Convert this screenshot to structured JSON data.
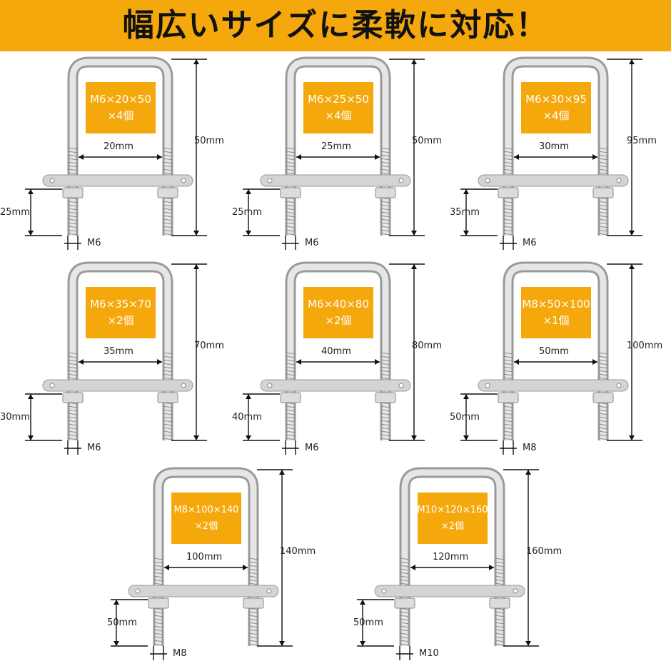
{
  "header": {
    "title": "幅広いサイズに柔軟に対応！"
  },
  "colors": {
    "accent": "#f5a80c",
    "steel": "#c8c8c8",
    "dimension": "#111111"
  },
  "bolts": [
    {
      "spec": "M6×20×50",
      "qty": "×4個",
      "width": "20mm",
      "height": "50mm",
      "thread": "25mm",
      "diameter": "M6"
    },
    {
      "spec": "M6×25×50",
      "qty": "×4個",
      "width": "25mm",
      "height": "50mm",
      "thread": "25mm",
      "diameter": "M6"
    },
    {
      "spec": "M6×30×95",
      "qty": "×4個",
      "width": "30mm",
      "height": "95mm",
      "thread": "35mm",
      "diameter": "M6"
    },
    {
      "spec": "M6×35×70",
      "qty": "×2個",
      "width": "35mm",
      "height": "70mm",
      "thread": "30mm",
      "diameter": "M6"
    },
    {
      "spec": "M6×40×80",
      "qty": "×2個",
      "width": "40mm",
      "height": "80mm",
      "thread": "40mm",
      "diameter": "M6"
    },
    {
      "spec": "M8×50×100",
      "qty": "×1個",
      "width": "50mm",
      "height": "100mm",
      "thread": "50mm",
      "diameter": "M8"
    },
    {
      "spec": "M8×100×140",
      "qty": "×2個",
      "width": "100mm",
      "height": "140mm",
      "thread": "50mm",
      "diameter": "M8"
    },
    {
      "spec": "M10×120×160",
      "qty": "×2個",
      "width": "120mm",
      "height": "160mm",
      "thread": "50mm",
      "diameter": "M10"
    }
  ]
}
